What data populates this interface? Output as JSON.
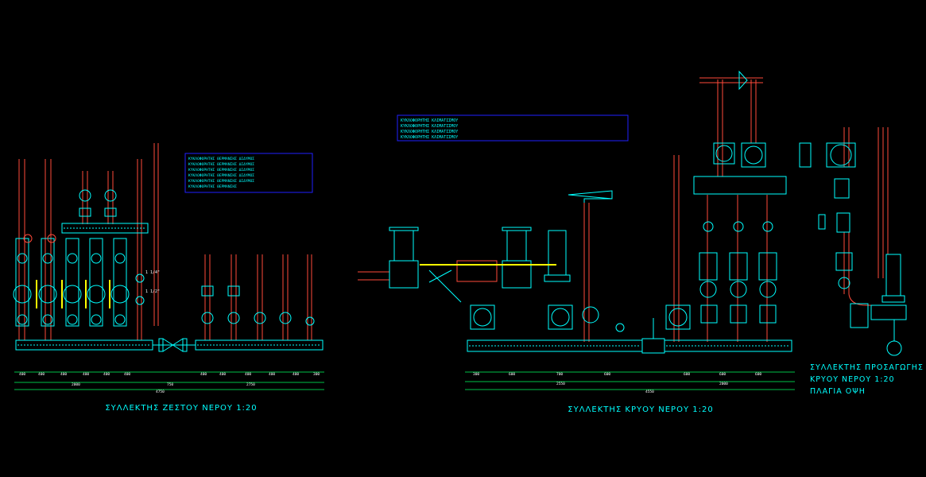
{
  "colors": {
    "background": "#000000",
    "cyan": "#00ffff",
    "red": "#ff4a3a",
    "yellow": "#ffff00",
    "white": "#ffffff",
    "blue": "#2020ff",
    "green": "#22c22a"
  },
  "hot_collector": {
    "title": "ΣΥΛΛΕΚΤΗΣ ΖΕΣΤΟΥ ΝΕΡΟΥ 1:20",
    "pump_legend": [
      "ΚΥΚΛΟΦΟΡΗΤΗΣ ΘΕΡΜΑΝΣΗΣ ΔΙΔΥΜΟΣ",
      "ΚΥΚΛΟΦΟΡΗΤΗΣ ΘΕΡΜΑΝΣΗΣ ΔΙΔΥΜΟΣ",
      "ΚΥΚΛΟΦΟΡΗΤΗΣ ΘΕΡΜΑΝΣΗΣ ΔΙΔΥΜΟΣ",
      "ΚΥΚΛΟΦΟΡΗΤΗΣ ΘΕΡΜΑΝΣΗΣ ΔΙΔΥΜΟΣ",
      "ΚΥΚΛΟΦΟΡΗΤΗΣ ΘΕΡΜΑΝΣΗΣ ΔΙΔΥΜΟΣ",
      "ΚΥΚΛΟΦΟΡΗΤΗΣ ΘΕΡΜΑΝΣΗΣ"
    ],
    "side_labels": [
      "1 1/4\"",
      "1 1/2\""
    ],
    "dims_row1": [
      "400",
      "400",
      "400",
      "400",
      "400",
      "400",
      "400",
      "400",
      "400",
      "400",
      "400",
      "300"
    ],
    "dims_row2": [
      "2000",
      "750",
      "2750"
    ],
    "dims_total": "4750"
  },
  "cold_collector": {
    "title": "ΣΥΛΛΕΚΤΗΣ ΚΡΥΟΥ ΝΕΡΟΥ 1:20",
    "pump_legend": [
      "ΚΥΚΛΟΦΟΡΗΤΗΣ ΚΛΙΜΑΤΙΣΜΟΥ",
      "ΚΥΚΛΟΦΟΡΗΤΗΣ ΚΛΙΜΑΤΙΣΜΟΥ",
      "ΚΥΚΛΟΦΟΡΗΤΗΣ ΚΛΙΜΑΤΙΣΜΟΥ",
      "ΚΥΚΛΟΦΟΡΗΤΗΣ ΚΛΙΜΑΤΙΣΜΟΥ"
    ],
    "dims_row1": [
      "300",
      "600",
      "700",
      "600",
      "600",
      "600",
      "600"
    ],
    "dims_row2": [
      "2550",
      "2000"
    ],
    "dims_total": "4550"
  },
  "supply_collector": {
    "title_lines": [
      "ΣΥΛΛΕΚΤΗΣ ΠΡΟΣΑΓΩΓΗΣ",
      "ΚΡΥΟΥ ΝΕΡΟΥ 1:20",
      "ΠΛΑΓΙΑ ΟΨΗ"
    ]
  }
}
